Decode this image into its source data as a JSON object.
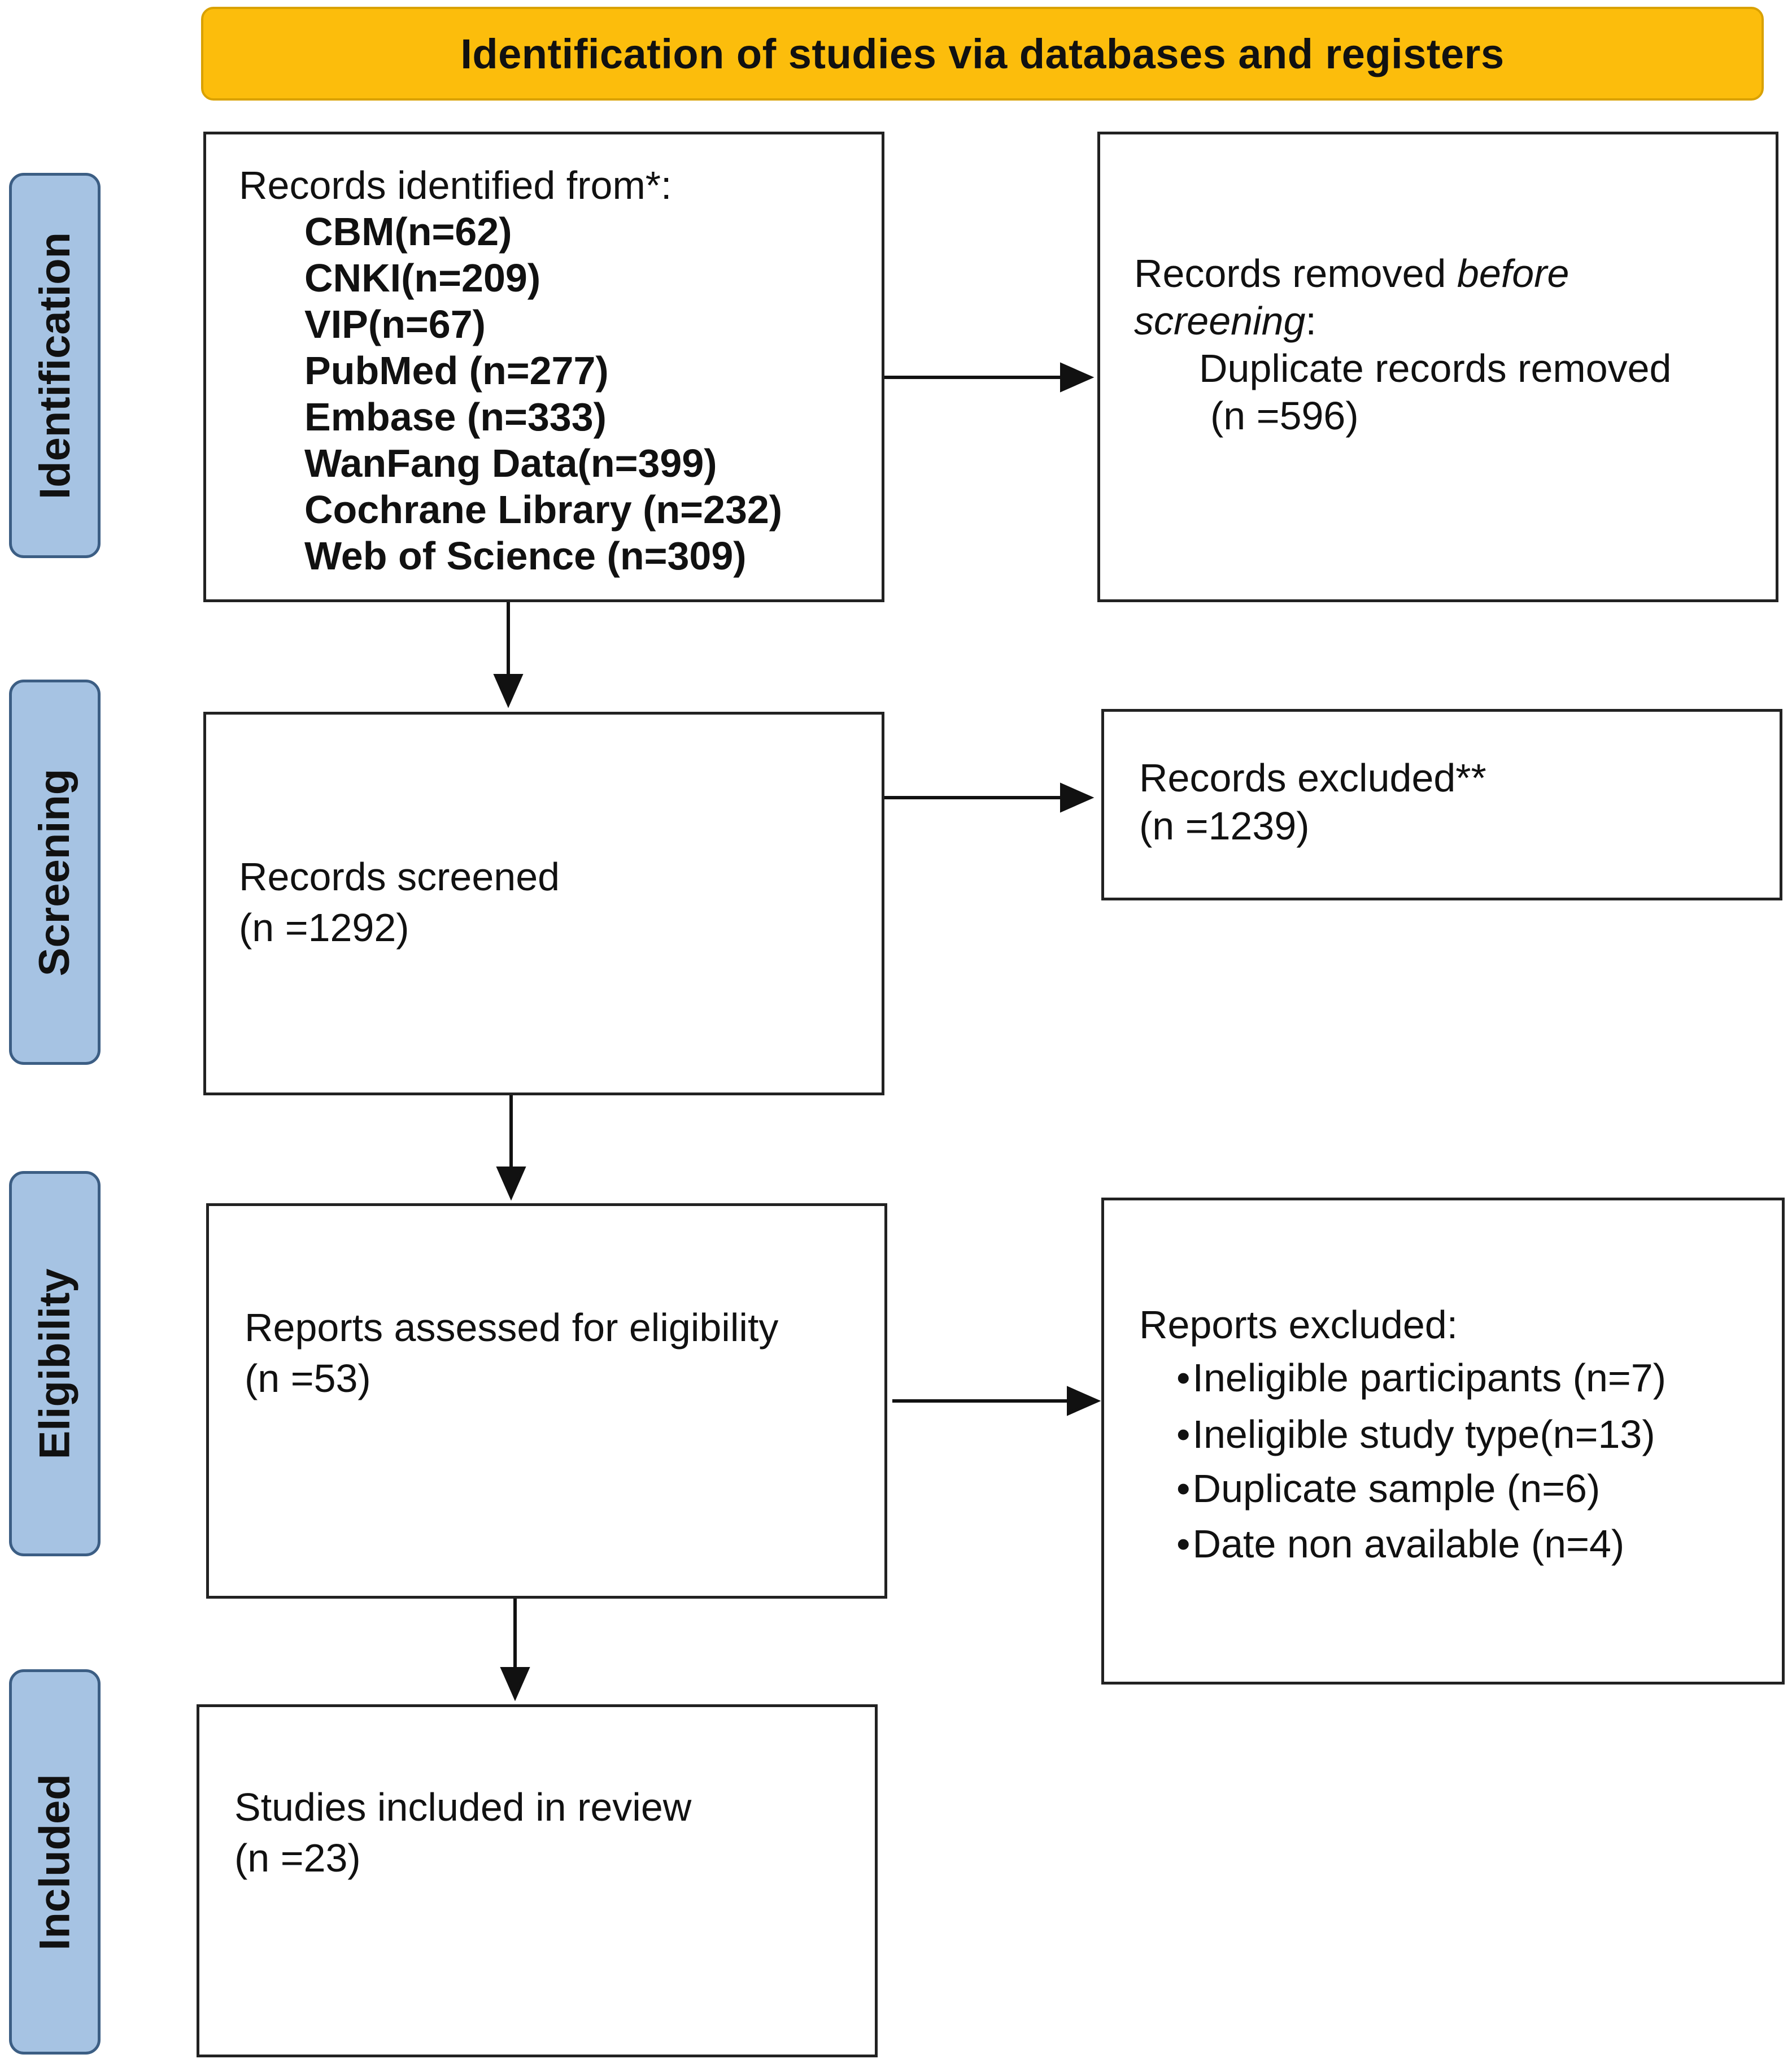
{
  "header": {
    "title": "Identification of studies via databases and registers"
  },
  "phases": {
    "identification": "Identification",
    "screening": "Screening",
    "eligibility": "Eligibility",
    "included": "Included"
  },
  "identified": {
    "heading": "Records identified from*:",
    "sources": [
      "CBM(n=62)",
      "CNKI(n=209)",
      "VIP(n=67)",
      "PubMed (n=277)",
      "Embase (n=333)",
      "WanFang Data(n=399)",
      "Cochrane Library (n=232)",
      "Web of Science (n=309)"
    ]
  },
  "removed": {
    "label_normal": "Records removed ",
    "label_italic_1": "before",
    "label_italic_2": "screening",
    "label_colon": ":",
    "item": "Duplicate records removed",
    "count": "(n =596)"
  },
  "screened": {
    "label": "Records screened",
    "count": "(n =1292)"
  },
  "excluded": {
    "label": "Records excluded**",
    "count": "(n =1239)"
  },
  "eligibility": {
    "label": "Reports assessed for eligibility",
    "count": "(n =53)"
  },
  "reports_excluded": {
    "heading": "Reports excluded:",
    "reasons": [
      "Ineligible participants (n=7)",
      "Ineligible study type(n=13)",
      "Duplicate sample (n=6)",
      "Date non available (n=4)"
    ]
  },
  "included": {
    "label": "Studies included in review",
    "count": "(n =23)"
  }
}
